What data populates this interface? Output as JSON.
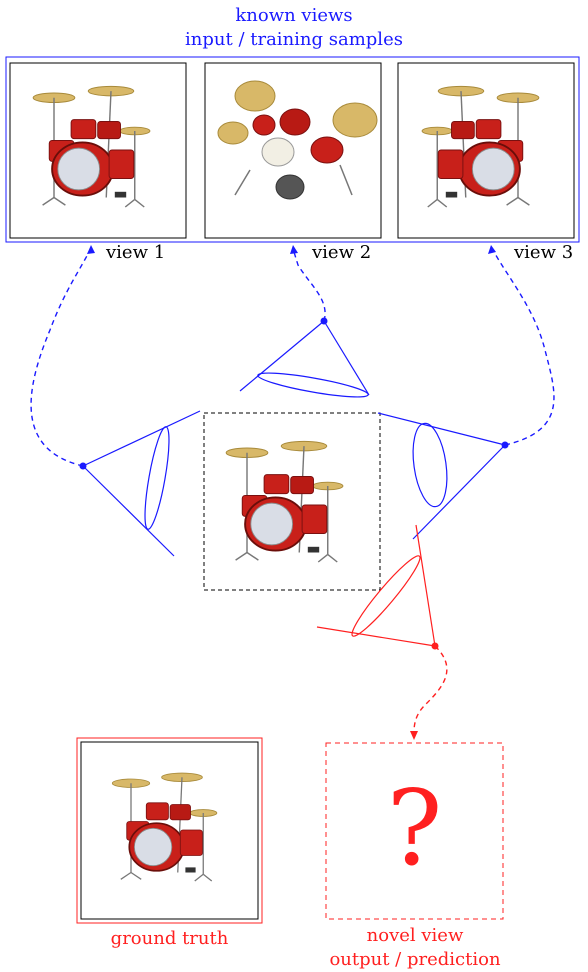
{
  "header": {
    "line1": "known views",
    "line2": "input / training samples"
  },
  "views": [
    {
      "label": "view 1"
    },
    {
      "label": "view 2"
    },
    {
      "label": "view 3"
    }
  ],
  "ground_truth": {
    "label": "ground truth"
  },
  "novel": {
    "line1": "novel view",
    "line2": "output / prediction",
    "symbol": "?"
  },
  "colors": {
    "known": "#1a1aff",
    "novel": "#ff2020",
    "drum": "#c8201a",
    "cymbal": "#d8b868"
  },
  "icons": [
    "drum-kit-image",
    "camera-frustum-icon",
    "question-mark-icon"
  ]
}
